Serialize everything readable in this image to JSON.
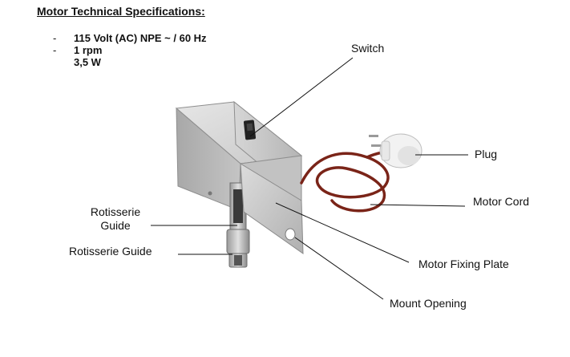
{
  "document": {
    "heading": "Motor Technical Specifications:",
    "specs": [
      {
        "dash": "-",
        "text": "115 Volt (AC) NPE ~ / 60 Hz"
      },
      {
        "dash": "-",
        "text": "1 rpm"
      },
      {
        "dash": "",
        "text": "3,5 W"
      }
    ]
  },
  "callouts": {
    "switch": "Switch",
    "plug": "Plug",
    "motor_cord": "Motor Cord",
    "rotisserie_guide_1_line1": "Rotisserie",
    "rotisserie_guide_1_line2": "Guide",
    "rotisserie_guide_2": "Rotisserie Guide",
    "motor_fixing_plate": "Motor Fixing Plate",
    "mount_opening": "Mount Opening"
  },
  "colors": {
    "text": "#111111",
    "metal_light": "#d9d9d9",
    "metal_mid": "#bdbdbd",
    "metal_dark": "#9a9a9a",
    "cord": "#7a2418",
    "plug": "#f2f2f2"
  }
}
